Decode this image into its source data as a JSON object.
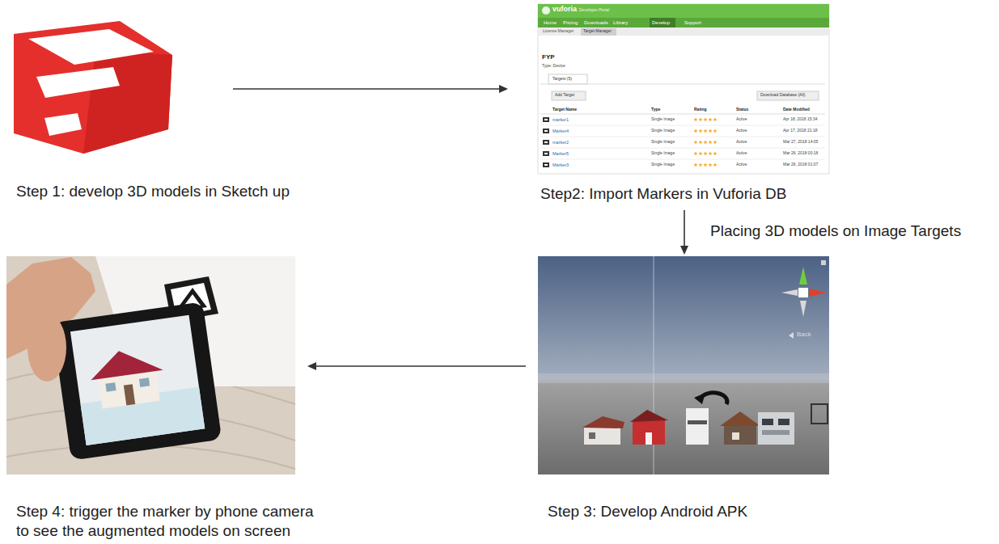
{
  "diagram": {
    "nodes": [
      {
        "text": [
          "Step 1: develop 3D models in Sketch up"
        ]
      },
      {
        "text": [
          "Step2: Import Markers in Vuforia DB"
        ]
      },
      {
        "text": [
          "Step 3: Develop Android APK"
        ]
      },
      {
        "text": [
          "Step 4: trigger the marker by phone camera to see the augmented models on screen"
        ]
      }
    ],
    "edges": [
      {
        "from": 0,
        "to": 1,
        "arrow": "to"
      },
      {
        "from": 1,
        "to": 2,
        "label": "Placing 3D models on Image Targets",
        "arrow": "to"
      },
      {
        "from": 2,
        "to": 3,
        "arrow": "to"
      }
    ],
    "labels": [
      "vuforia",
      "Developer Portal",
      "Home",
      "Pricing",
      "Downloads",
      "Library",
      "Develop",
      "Support",
      "License Manager",
      "Target Manager",
      "FYP",
      "Type: Device",
      "Targets (5)",
      "Add Target",
      "Download Database (All)",
      "Target Name",
      "Type",
      "Rating",
      "Status",
      "Date Modified",
      "marker1",
      "Marker4",
      "marker2",
      "Marker5",
      "Marker3",
      "Single Image",
      "Single Image",
      "Single Image",
      "Single Image",
      "Single Image",
      "Active",
      "Active",
      "Active",
      "Active",
      "Active",
      "Apr 18, 2018 15:34",
      "Apr 17, 2018 21:18",
      "Mar 27, 2018 14:05",
      "Mar 26, 2018 00:18",
      "Mar 26, 2018 01:07",
      "Back"
    ]
  }
}
